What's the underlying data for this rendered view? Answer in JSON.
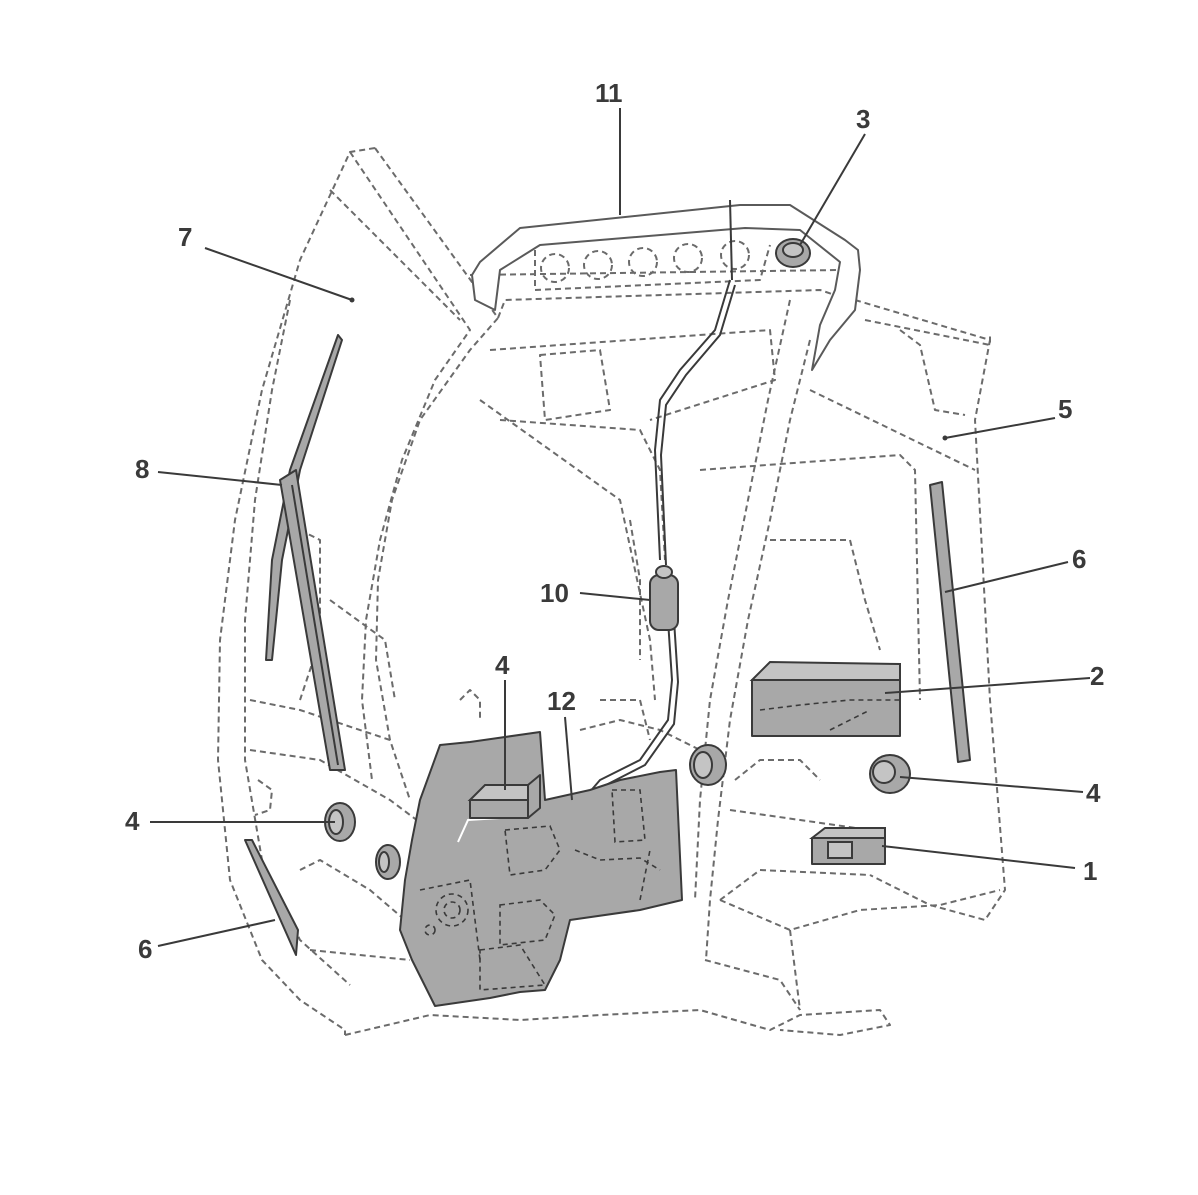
{
  "callouts": [
    {
      "id": "c1",
      "label": "1"
    },
    {
      "id": "c2",
      "label": "2"
    },
    {
      "id": "c3",
      "label": "3"
    },
    {
      "id": "c4a",
      "label": "4"
    },
    {
      "id": "c4b",
      "label": "4"
    },
    {
      "id": "c4c",
      "label": "4"
    },
    {
      "id": "c5",
      "label": "5"
    },
    {
      "id": "c6a",
      "label": "6"
    },
    {
      "id": "c6b",
      "label": "6"
    },
    {
      "id": "c7",
      "label": "7"
    },
    {
      "id": "c8",
      "label": "8"
    },
    {
      "id": "c10",
      "label": "10"
    },
    {
      "id": "c11",
      "label": "11"
    },
    {
      "id": "c12",
      "label": "12"
    }
  ]
}
